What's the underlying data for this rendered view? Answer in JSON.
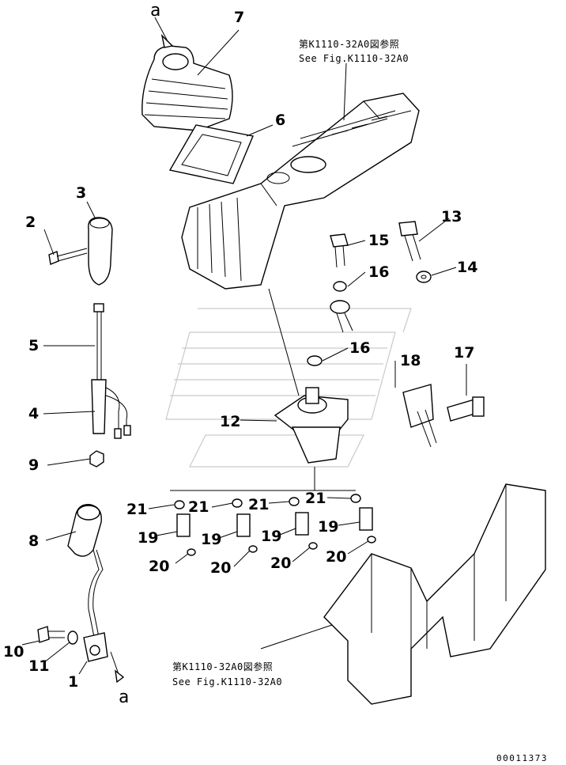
{
  "figure": {
    "view_markers": [
      "a",
      "a"
    ],
    "ref_top": {
      "line_jp": "第K1110-32A0図参照",
      "line_en": "See Fig.K1110-32A0"
    },
    "ref_bottom": {
      "line_jp": "第K1110-32A0図参照",
      "line_en": "See Fig.K1110-32A0"
    },
    "drawing_code": "00011373",
    "callouts": {
      "n1": "1",
      "n2": "2",
      "n3": "3",
      "n4": "4",
      "n5": "5",
      "n6": "6",
      "n7": "7",
      "n8": "8",
      "n9": "9",
      "n10": "10",
      "n11": "11",
      "n12": "12",
      "n13": "13",
      "n14": "14",
      "n15": "15",
      "n16a": "16",
      "n16b": "16",
      "n17": "17",
      "n18": "18",
      "n19a": "19",
      "n19b": "19",
      "n19c": "19",
      "n19d": "19",
      "n20a": "20",
      "n20b": "20",
      "n20c": "20",
      "n20d": "20",
      "n21a": "21",
      "n21b": "21",
      "n21c": "21",
      "n21d": "21"
    }
  }
}
